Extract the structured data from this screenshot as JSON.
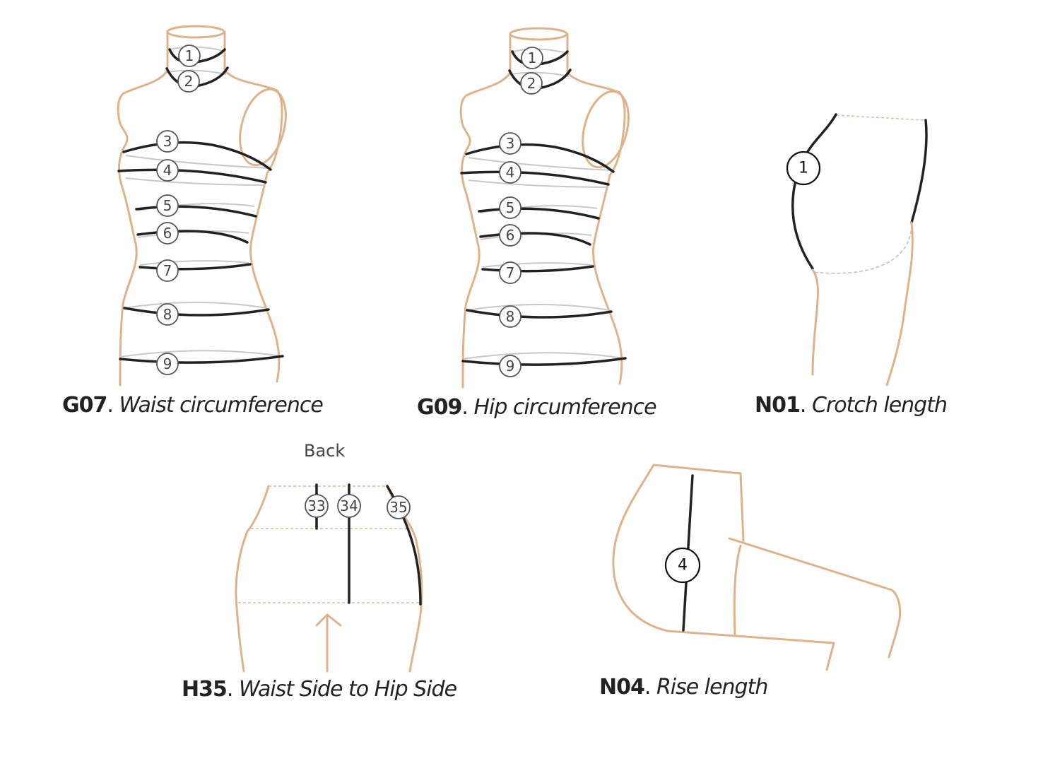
{
  "figures": [
    {
      "code": "G07",
      "title": "Waist circumference",
      "markers": [
        "1",
        "2",
        "3",
        "4",
        "5",
        "6",
        "7",
        "8",
        "9"
      ]
    },
    {
      "code": "G09",
      "title": "Hip circumference",
      "markers": [
        "1",
        "2",
        "3",
        "4",
        "5",
        "6",
        "7",
        "8",
        "9"
      ]
    },
    {
      "code": "N01",
      "title": "Crotch length",
      "markers": [
        "1"
      ]
    },
    {
      "code": "H35",
      "title": "Waist Side to Hip Side",
      "view_label": "Back",
      "markers": [
        "33",
        "34",
        "35"
      ]
    },
    {
      "code": "N04",
      "title": "Rise length",
      "markers": [
        "4"
      ]
    }
  ],
  "colors": {
    "outline": "#dfb38a",
    "measure_line": "#222222"
  }
}
